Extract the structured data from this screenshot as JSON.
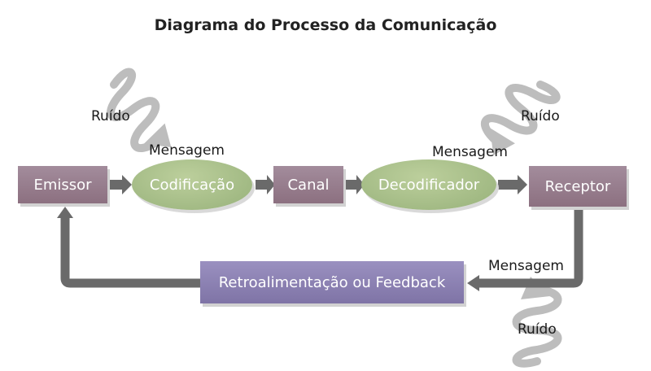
{
  "title": "Diagrama do Processo da Comunicação",
  "nodes": {
    "emissor": "Emissor",
    "codificacao": "Codificação",
    "canal": "Canal",
    "decodificador": "Decodificador",
    "receptor": "Receptor",
    "feedback": "Retroalimentação ou Feedback"
  },
  "labels": {
    "mensagem_1": "Mensagem",
    "mensagem_2": "Mensagem",
    "mensagem_3": "Mensagem",
    "ruido_1": "Ruído",
    "ruido_2": "Ruído",
    "ruido_3": "Ruído"
  },
  "colors": {
    "box": "#9a8394",
    "ellipse": "#a9c08a",
    "feedback": "#8a80b2",
    "arrow": "#6a6a6a",
    "noise": "#bdbdbd"
  },
  "icons": [
    "noise-squiggle-icon",
    "flow-arrow-icon"
  ]
}
